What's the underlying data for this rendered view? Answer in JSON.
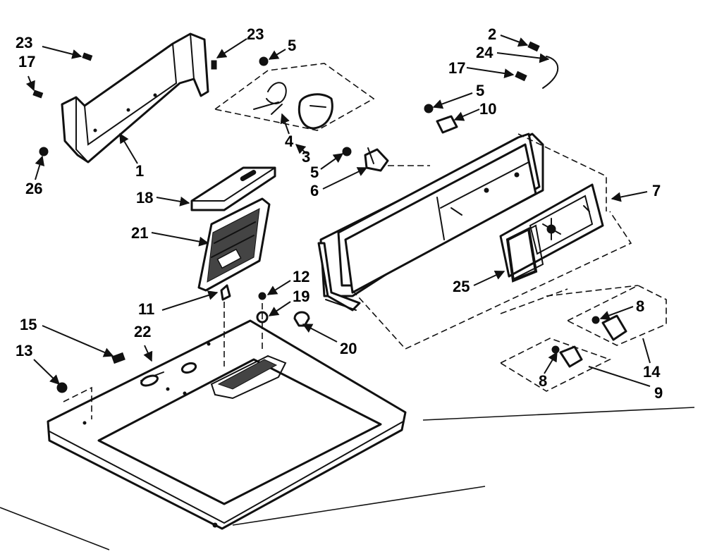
{
  "callouts": {
    "c23a": "23",
    "c17a": "17",
    "c26": "26",
    "c1": "1",
    "c23b": "23",
    "c5a": "5",
    "c4": "4",
    "c3": "3",
    "c5b": "5",
    "c6": "6",
    "c2": "2",
    "c24": "24",
    "c17b": "17",
    "c5c": "5",
    "c10": "10",
    "c7": "7",
    "c18": "18",
    "c21": "21",
    "c25": "25",
    "c8a": "8",
    "c14": "14",
    "c8b": "8",
    "c9": "9",
    "c12": "12",
    "c19": "19",
    "c11": "11",
    "c15": "15",
    "c22": "22",
    "c20": "20",
    "c13": "13"
  },
  "colors": {
    "ink": "#111111",
    "paper": "#ffffff"
  }
}
